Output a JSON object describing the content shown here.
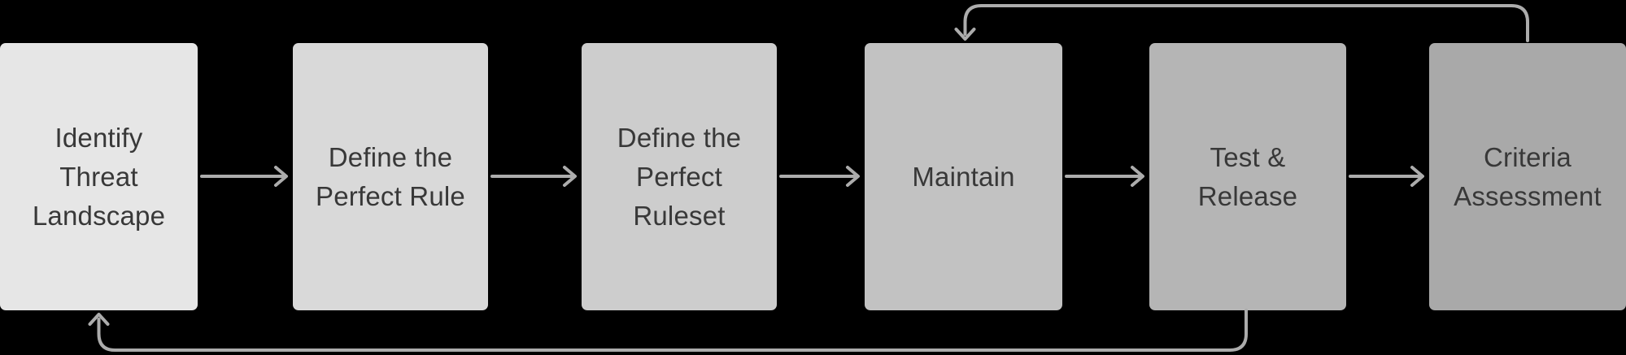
{
  "diagram": {
    "background_color": "#000000",
    "text_color": "#383838",
    "arrow_color": "#acacac",
    "nodes": [
      {
        "id": "identify-threat-landscape",
        "lines": [
          "Identify",
          "Threat",
          "Landscape"
        ],
        "label": "Identify Threat Landscape",
        "fill": "#e6e6e6"
      },
      {
        "id": "define-the-perfect-rule",
        "lines": [
          "Define the",
          "Perfect Rule"
        ],
        "label": "Define the Perfect Rule",
        "fill": "#d9d9d9"
      },
      {
        "id": "define-the-perfect-ruleset",
        "lines": [
          "Define the",
          "Perfect",
          "Ruleset"
        ],
        "label": "Define the Perfect Ruleset",
        "fill": "#cdcdcd"
      },
      {
        "id": "maintain",
        "lines": [
          "Maintain"
        ],
        "label": "Maintain",
        "fill": "#c2c2c2"
      },
      {
        "id": "test-release",
        "lines": [
          "Test &",
          "Release"
        ],
        "label": "Test & Release",
        "fill": "#b5b5b5"
      },
      {
        "id": "criteria-assessment",
        "lines": [
          "Criteria",
          "Assessment"
        ],
        "label": "Criteria Assessment",
        "fill": "#a9a9a9"
      }
    ],
    "edges": [
      {
        "from": "identify-threat-landscape",
        "to": "define-the-perfect-rule",
        "type": "forward"
      },
      {
        "from": "define-the-perfect-rule",
        "to": "define-the-perfect-ruleset",
        "type": "forward"
      },
      {
        "from": "define-the-perfect-ruleset",
        "to": "maintain",
        "type": "forward"
      },
      {
        "from": "maintain",
        "to": "test-release",
        "type": "forward"
      },
      {
        "from": "test-release",
        "to": "criteria-assessment",
        "type": "forward"
      },
      {
        "from": "criteria-assessment",
        "to": "maintain",
        "type": "feedback-top"
      },
      {
        "from": "test-release",
        "to": "identify-threat-landscape",
        "type": "feedback-bottom"
      }
    ]
  }
}
